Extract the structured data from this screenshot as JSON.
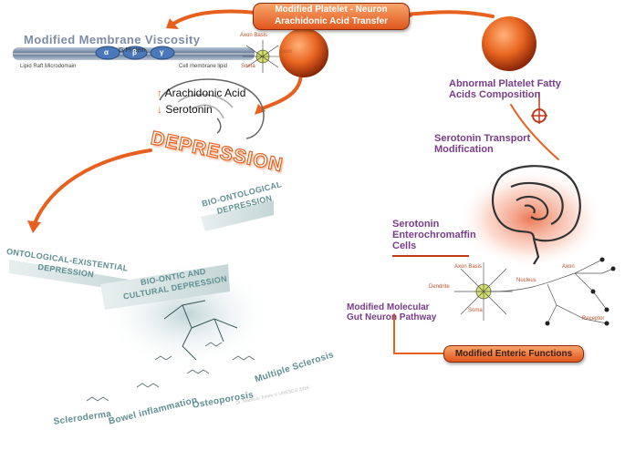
{
  "top_box": {
    "line1": "Modified Platelet - Neuron",
    "line2": "Arachidonic Acid Transfer"
  },
  "membrane": {
    "title": "Modified Membrane Viscosity",
    "g_protein": "G Protein",
    "alpha": "α",
    "beta": "β",
    "gamma": "γ",
    "lipid_raft": "Lipid Raft Microdomain",
    "cell_membrane": "Cell membrane lipid"
  },
  "neuron_top": {
    "axon_basis": "Axon Basis",
    "soma": "Soma",
    "axon": "Axon"
  },
  "depression": {
    "arachidonic": "Arachidonic Acid",
    "serotonin": "Serotonin",
    "up_arrow": "↑",
    "down_arrow": "↓",
    "word": "DEPRESSION"
  },
  "platelet": {
    "line1": "Abnormal Platelet Fatty",
    "line2": "Acids Composition"
  },
  "serotonin_transport": {
    "line1": "Serotonin Transport",
    "line2": "Modification"
  },
  "entero": {
    "line1": "Serotonin",
    "line2": "Enterochromaffin",
    "line3": "Cells"
  },
  "neuron_right": {
    "axon_basis": "Axon Basis",
    "dendrite": "Dendrite",
    "nucleus": "Nucleus",
    "soma": "Soma",
    "axon": "Axon",
    "receptor": "Receptor"
  },
  "gut_pathway": {
    "line1": "Modified Molecular",
    "line2": "Gut Neuron Pathway"
  },
  "enteric_box": "Modified Enteric Functions",
  "triangle": {
    "onto_existential": [
      "ONTOLOGICAL-EXISTENTIAL",
      "DEPRESSION"
    ],
    "bio_ontological": [
      "BIO-ONTOLOGICAL",
      "DEPRESSION"
    ],
    "bio_ontic": [
      "BIO-ONTIC AND",
      "CULTURAL DEPRESSION"
    ]
  },
  "diseases": [
    "Scleroderma",
    "Bowel inflammation",
    "Osteoporosis",
    "Multiple Sclerosis"
  ],
  "credit": "Dr. Mauricio Tohen © UNESCO 2016",
  "colors": {
    "orange": "#e8601e",
    "purple": "#7a3d8a",
    "teal": "#5f8f92",
    "dark_red": "#8a2a0a"
  }
}
